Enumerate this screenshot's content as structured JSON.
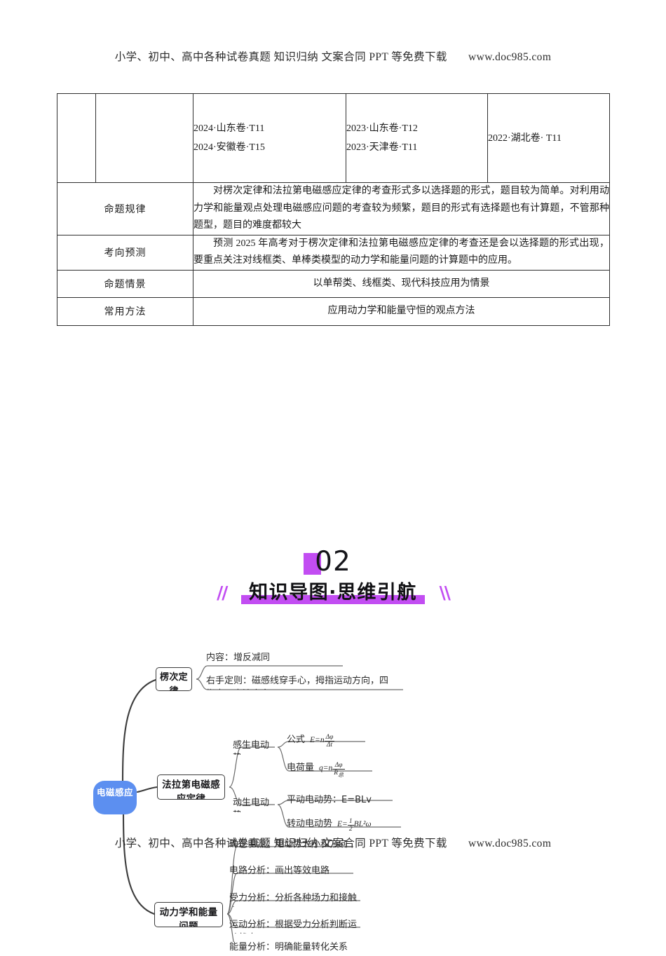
{
  "watermark": {
    "text": "小学、初中、高中各种试卷真题  知识归纳  文案合同  PPT 等免费下载",
    "url": "www.doc985.com"
  },
  "table": {
    "exam_columns": [
      {
        "items": [
          "2024·山东卷·T11",
          "2024·安徽卷·T15"
        ]
      },
      {
        "items": [
          "2023·山东卷·T12",
          "2023·天津卷·T11"
        ]
      },
      {
        "items": [
          "2022·湖北卷· T11"
        ]
      }
    ],
    "rows": [
      {
        "label": "命题规律",
        "body": "对楞次定律和法拉第电磁感应定律的考查形式多以选择题的形式，题目较为简单。对利用动力学和能量观点处理电磁感应问题的考查较为频繁，题目的形式有选择题也有计算题，不管那种题型，题目的难度都较大"
      },
      {
        "label": "考向预测",
        "body": "预测 2025 年高考对于楞次定律和法拉第电磁感应定律的考查还是会以选择题的形式出现，要重点关注对线框类、单棒类模型的动力学和能量问题的计算题中的应用。"
      },
      {
        "label": "命题情景",
        "body": "以单帮类、线框类、现代科技应用为情景"
      },
      {
        "label": "常用方法",
        "body": "应用动力学和能量守恒的观点方法"
      }
    ]
  },
  "section": {
    "number": "02",
    "title": "知识导图·思维引航",
    "slash_left": "//",
    "slash_right": "\\\\",
    "accent_color": "#c24df2"
  },
  "mindmap": {
    "center": {
      "label": "电磁感应",
      "color": "#5c8ff0"
    },
    "branches": [
      {
        "label": "楞次定律",
        "children": [
          {
            "label": "内容：增反减同"
          },
          {
            "label": "右手定则：磁感线穿手心，拇指运动方向，四指表示电流方向"
          }
        ]
      },
      {
        "label": "法拉第电磁感应定律",
        "subgroups": [
          {
            "label": "感生电动势",
            "children": [
              {
                "label": "公式",
                "formula": "E=n Δφ/Δt"
              },
              {
                "label": "电荷量",
                "formula": "q=n Δφ/R总"
              }
            ]
          },
          {
            "label": "动生电动势",
            "children": [
              {
                "label": "平动电动势：E=BLv"
              },
              {
                "label": "转动电动势",
                "formula": "E=½BL²ω"
              }
            ]
          }
        ]
      },
      {
        "label": "动力学和能量问题",
        "children": [
          {
            "label": "确定电源：电动势大小和方向"
          },
          {
            "label": "电路分析：画出等效电路"
          },
          {
            "label": "受力分析：分析各种场力和接触力"
          },
          {
            "label": "运动分析：根据受力分析判断运动状态"
          },
          {
            "label": "能量分析：明确能量转化关系"
          }
        ]
      }
    ]
  }
}
